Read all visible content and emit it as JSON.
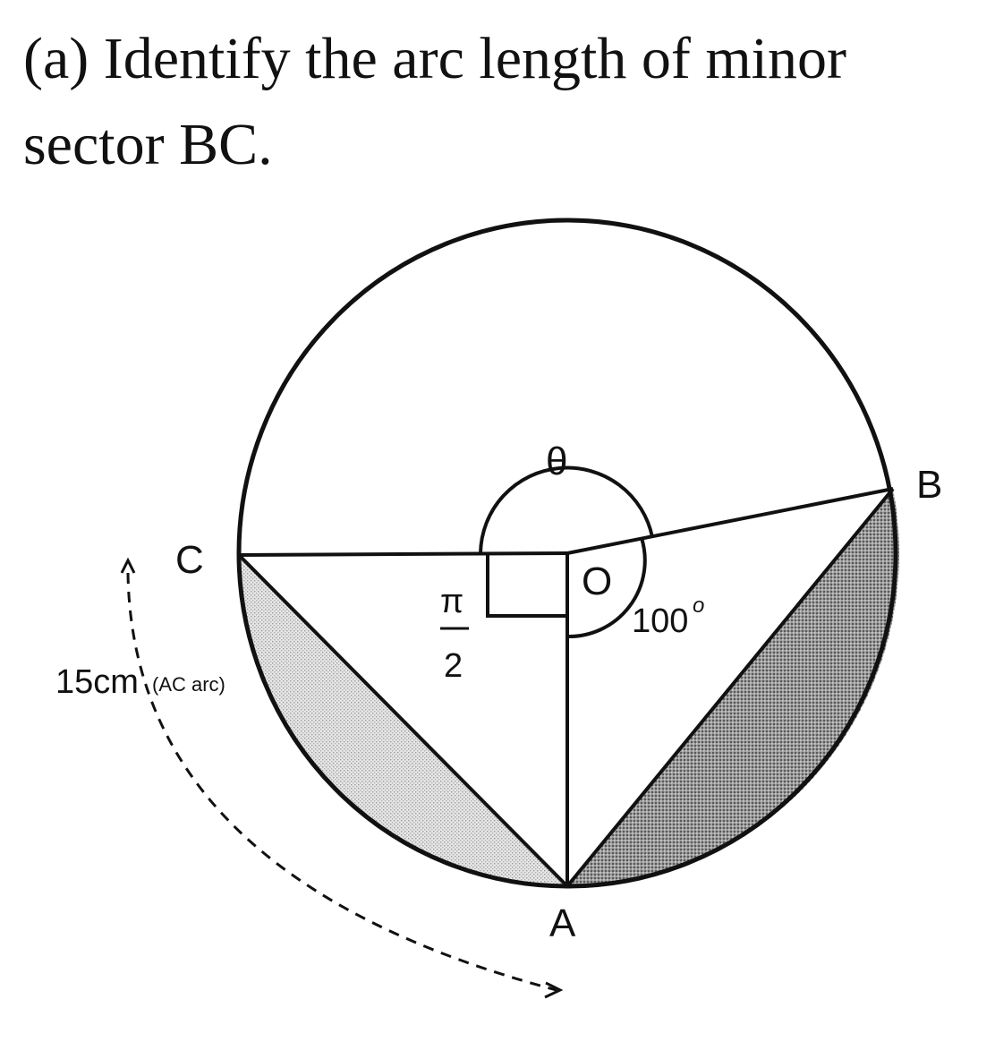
{
  "question": {
    "line1": "(a) Identify the arc length of minor",
    "line2": "sector BC."
  },
  "labels": {
    "point_a": "A",
    "point_b": "B",
    "point_c": "C",
    "center_o": "O",
    "theta": "θ",
    "pi_numerator": "π",
    "pi_denominator": "2",
    "angle_100": "100",
    "degree_sign": "o",
    "arc_length": "15cm",
    "arc_note": "(AC arc)"
  },
  "colors": {
    "ink": "#111111",
    "light_shade": "#d9d9d9",
    "dark_shade": "#8c8c8c"
  }
}
